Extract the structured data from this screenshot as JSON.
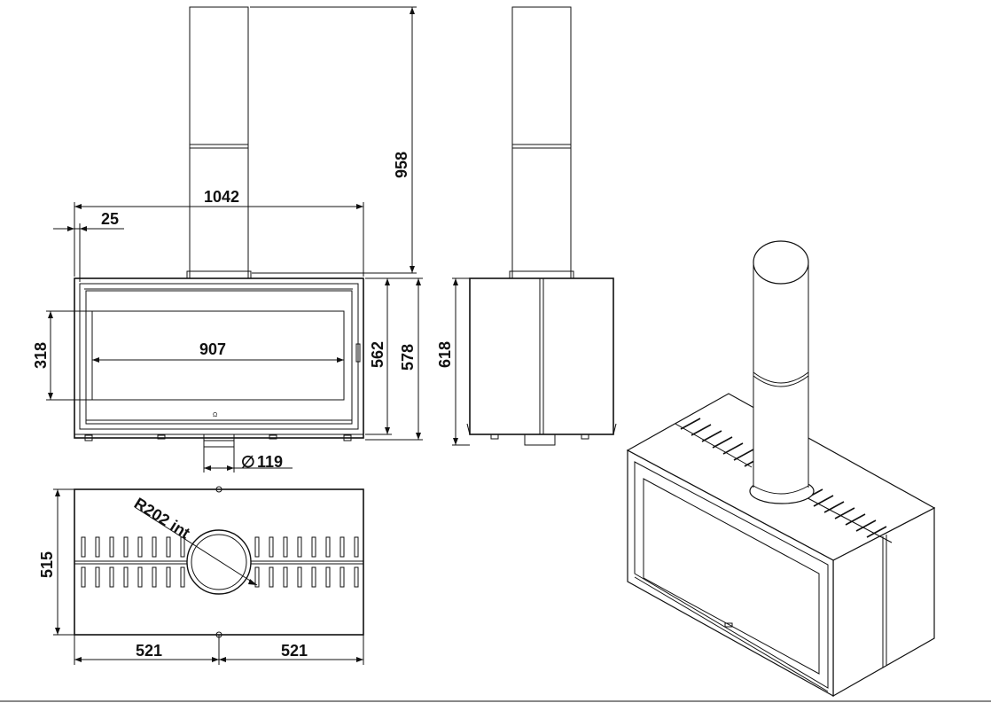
{
  "front_view": {
    "width_overall": "1042",
    "side_offset": "25",
    "glass_width": "907",
    "glass_height": "318",
    "body_height": "562",
    "total_height": "578",
    "flue_height": "958",
    "flue_diameter": "119",
    "diameter_symbol": "∅"
  },
  "side_view": {
    "depth": "618"
  },
  "top_view": {
    "radius_label": "R202 int",
    "depth": "515",
    "half_width_left": "521",
    "half_width_right": "521"
  }
}
